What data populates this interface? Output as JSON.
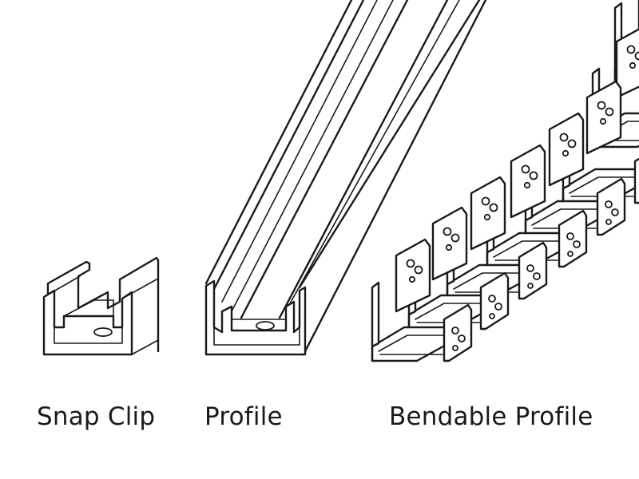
{
  "labels": {
    "snap_clip": "Snap Clip",
    "profile": "Profile",
    "bendable_profile": "Bendable Profile"
  },
  "colors": {
    "line": "#1a1a1a",
    "background": "#ffffff"
  },
  "bendable_profile": {
    "segment_count": 8
  }
}
